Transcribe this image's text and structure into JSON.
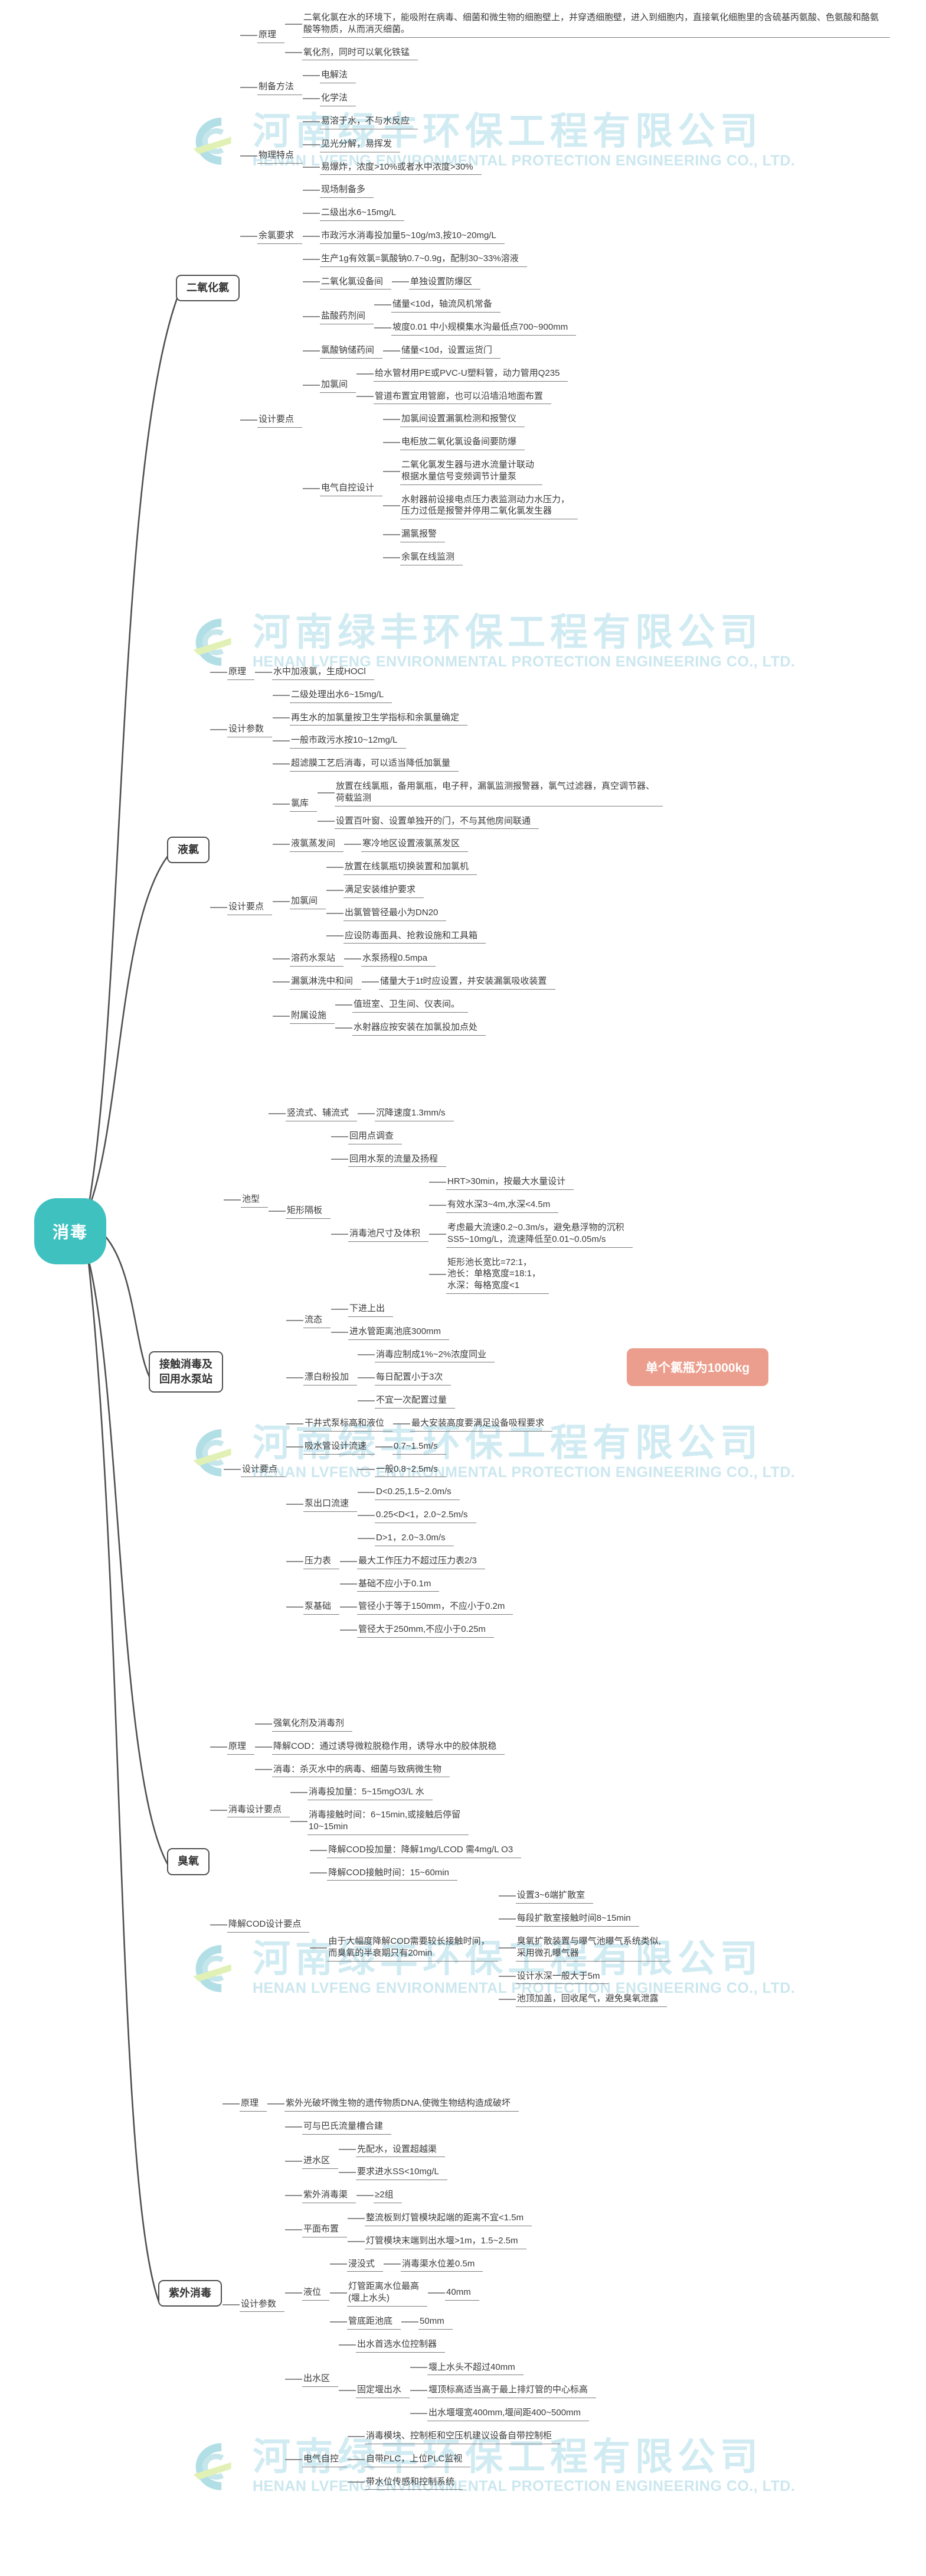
{
  "root": {
    "label": "消毒"
  },
  "callout": {
    "text": "单个氯瓶为1000kg",
    "bg": "#eb9e8d"
  },
  "watermark": {
    "cn": "河南绿丰环保工程有限公司",
    "en": "HENAN LVFENG ENVIRONMENTAL PROTECTION ENGINEERING CO., LTD.",
    "color": "#cde9f1"
  },
  "colors": {
    "root_bg": "#3fc1c0",
    "line": "#8b8b8b",
    "text": "#3b3b3b",
    "box_border": "#4f4f4f",
    "callout_bg": "#eb9e8d"
  },
  "branches": [
    {
      "label": "二氧化氯",
      "box": true,
      "name": "branch-chlorine-dioxide",
      "children": [
        {
          "label": "原理",
          "children": [
            {
              "label": "二氧化氯在水的环境下，能吸附在病毒、细菌和微生物的细胞壁上，并穿透细胞壁，进入到细胞内，直接氧化细胞里的含硫基丙氨酸、色氨酸和酪氨酸等物质，从而消灭细菌。"
            },
            {
              "label": "氧化剂，同时可以氧化铁锰"
            }
          ]
        },
        {
          "label": "制备方法",
          "children": [
            {
              "label": "电解法"
            },
            {
              "label": "化学法"
            }
          ]
        },
        {
          "label": "物理特点",
          "children": [
            {
              "label": "易溶于水，不与水反应"
            },
            {
              "label": "见光分解，易挥发"
            },
            {
              "label": "易爆炸，浓度>10%或者水中浓度>30%"
            },
            {
              "label": "现场制备多"
            }
          ]
        },
        {
          "label": "余氯要求",
          "children": [
            {
              "label": "二级出水6~15mg/L"
            },
            {
              "label": "市政污水消毒投加量5~10g/m3,按10~20mg/L"
            },
            {
              "label": "生产1g有效氯=氯酸钠0.7~0.9g，配制30~33%溶液"
            }
          ]
        },
        {
          "label": "设计要点",
          "children": [
            {
              "label": "二氧化氯设备间",
              "children": [
                {
                  "label": "单独设置防爆区"
                }
              ]
            },
            {
              "label": "盐酸药剂间",
              "children": [
                {
                  "label": "储量<10d，轴流风机常备"
                },
                {
                  "label": "坡度0.01 中小规模集水沟最低点700~900mm"
                }
              ]
            },
            {
              "label": "氯酸钠储药间",
              "children": [
                {
                  "label": "储量<10d，设置运货门"
                }
              ]
            },
            {
              "label": "加氯间",
              "children": [
                {
                  "label": "给水管材用PE或PVC-U塑料管，动力管用Q235"
                },
                {
                  "label": "管道布置宜用管廊，也可以沿墙沿地面布置"
                }
              ]
            },
            {
              "label": "电气自控设计",
              "children": [
                {
                  "label": "加氯间设置漏氯检测和报警仪"
                },
                {
                  "label": "电柜放二氧化氯设备间要防爆"
                },
                {
                  "label": "二氧化氯发生器与进水流量计联动\n根据水量信号变频调节计量泵"
                },
                {
                  "label": "水射器前设接电点压力表监测动力水压力，\n压力过低是报警并停用二氧化氯发生器"
                },
                {
                  "label": "漏氯报警"
                },
                {
                  "label": "余氯在线监测"
                }
              ]
            }
          ]
        }
      ]
    },
    {
      "label": "液氯",
      "box": true,
      "name": "branch-liquid-chlorine",
      "children": [
        {
          "label": "原理",
          "children": [
            {
              "label": "水中加液氯，生成HOCl"
            }
          ]
        },
        {
          "label": "设计参数",
          "children": [
            {
              "label": "二级处理出水6~15mg/L"
            },
            {
              "label": "再生水的加氯量按卫生学指标和余氯量确定"
            },
            {
              "label": "一般市政污水按10~12mg/L"
            },
            {
              "label": "超滤膜工艺后消毒，可以适当降低加氯量"
            }
          ]
        },
        {
          "label": "设计要点",
          "children": [
            {
              "label": "氯库",
              "children": [
                {
                  "label": "放置在线氯瓶，备用氯瓶，电子秤，漏氯监测报警器，氯气过滤器，真空调节器、\n荷载监测"
                },
                {
                  "label": "设置百叶窗、设置单独开的门，不与其他房间联通"
                }
              ]
            },
            {
              "label": "液氯蒸发间",
              "children": [
                {
                  "label": "寒冷地区设置液氯蒸发区"
                }
              ]
            },
            {
              "label": "加氯间",
              "children": [
                {
                  "label": "放置在线氯瓶切换装置和加氯机"
                },
                {
                  "label": "满足安装维护要求"
                },
                {
                  "label": "出氯管管径最小为DN20"
                },
                {
                  "label": "应设防毒面具、抢救设施和工具箱"
                }
              ]
            },
            {
              "label": "溶药水泵站",
              "children": [
                {
                  "label": "水泵扬程0.5mpa"
                }
              ]
            },
            {
              "label": "漏氯淋洗中和间",
              "children": [
                {
                  "label": "储量大于1t时应设置，并安装漏氯吸收装置"
                }
              ]
            },
            {
              "label": "附属设施",
              "children": [
                {
                  "label": "值班室、卫生间、仪表间。"
                },
                {
                  "label": "水射器应按安装在加氯投加点处"
                }
              ]
            }
          ]
        }
      ]
    },
    {
      "label": "接触消毒及\n回用水泵站",
      "box": true,
      "name": "branch-contact-disinfection",
      "children": [
        {
          "label": "池型",
          "children": [
            {
              "label": "竖流式、辅流式",
              "children": [
                {
                  "label": "沉降速度1.3mm/s"
                }
              ]
            },
            {
              "label": "矩形隔板",
              "children": [
                {
                  "label": "回用点调查"
                },
                {
                  "label": "回用水泵的流量及扬程"
                },
                {
                  "label": "消毒池尺寸及体积",
                  "children": [
                    {
                      "label": "HRT>30min，按最大水量设计"
                    },
                    {
                      "label": "有效水深3~4m,水深<4.5m"
                    },
                    {
                      "label": "考虑最大流速0.2~0.3m/s，避免悬浮物的沉积\nSS5~10mg/L，流速降低至0.01~0.05m/s"
                    },
                    {
                      "label": "矩形池长宽比=72:1，\n池长：单格宽度=18:1，\n水深：每格宽度<1"
                    }
                  ]
                }
              ]
            }
          ]
        },
        {
          "label": "设计要点",
          "children": [
            {
              "label": "流态",
              "children": [
                {
                  "label": "下进上出"
                },
                {
                  "label": "进水管距离池底300mm"
                }
              ]
            },
            {
              "label": "漂白粉投加",
              "children": [
                {
                  "label": "消毒应制成1%~2%浓度同业"
                },
                {
                  "label": "每日配置小于3次"
                },
                {
                  "label": "不宜一次配置过量"
                }
              ]
            },
            {
              "label": "干井式泵标高和液位",
              "children": [
                {
                  "label": "最大安装高度要满足设备吸程要求"
                }
              ]
            },
            {
              "label": "吸水管设计流速",
              "children": [
                {
                  "label": "0.7~1.5m/s"
                }
              ]
            },
            {
              "label": "泵出口流速",
              "children": [
                {
                  "label": "一般0.8~2.5m/s"
                },
                {
                  "label": "D<0.25,1.5~2.0m/s"
                },
                {
                  "label": "0.25<D<1，2.0~2.5m/s"
                },
                {
                  "label": "D>1，2.0~3.0m/s"
                }
              ]
            },
            {
              "label": "压力表",
              "children": [
                {
                  "label": "最大工作压力不超过压力表2/3"
                }
              ]
            },
            {
              "label": "泵基础",
              "children": [
                {
                  "label": "基础不应小于0.1m"
                },
                {
                  "label": "管径小于等于150mm，不应小于0.2m"
                },
                {
                  "label": "管径大于250mm,不应小于0.25m"
                }
              ]
            }
          ]
        }
      ]
    },
    {
      "label": "臭氧",
      "box": true,
      "name": "branch-ozone",
      "children": [
        {
          "label": "原理",
          "children": [
            {
              "label": "强氧化剂及消毒剂"
            },
            {
              "label": "降解COD：通过诱导微粒脱稳作用，诱导水中的胶体脱稳"
            },
            {
              "label": "消毒：杀灭水中的病毒、细菌与致病微生物"
            }
          ]
        },
        {
          "label": "消毒设计要点",
          "children": [
            {
              "label": "消毒投加量：5~15mgO3/L 水"
            },
            {
              "label": "消毒接触时间：6~15min,或接触后停留\n10~15min"
            }
          ]
        },
        {
          "label": "降解COD设计要点",
          "children": [
            {
              "label": "降解COD投加量：降解1mg/LCOD 需4mg/L O3"
            },
            {
              "label": "降解COD接触时间：15~60min"
            },
            {
              "label": "由于大幅度降解COD需要较长接触时间，\n而臭氧的半衰期只有20min",
              "children": [
                {
                  "label": "设置3~6端扩散室"
                },
                {
                  "label": "每段扩散室接触时间8~15min"
                },
                {
                  "label": "臭氧扩散装置与曝气池曝气系统类似,\n采用微孔曝气器"
                },
                {
                  "label": "设计水深一般大于5m"
                },
                {
                  "label": "池顶加盖，回收尾气，避免臭氧泄露"
                }
              ]
            }
          ]
        }
      ]
    },
    {
      "label": "紫外消毒",
      "box": true,
      "name": "branch-uv-disinfection",
      "children": [
        {
          "label": "原理",
          "children": [
            {
              "label": "紫外光破坏微生物的遗传物质DNA,使微生物结构造成破坏"
            }
          ]
        },
        {
          "label": "设计参数",
          "children": [
            {
              "label": "可与巴氏流量槽合建"
            },
            {
              "label": "进水区",
              "children": [
                {
                  "label": "先配水，设置超越渠"
                },
                {
                  "label": "要求进水SS<10mg/L"
                }
              ]
            },
            {
              "label": "紫外消毒渠",
              "children": [
                {
                  "label": "≥2组"
                }
              ]
            },
            {
              "label": "平面布置",
              "children": [
                {
                  "label": "整流板到灯管模块起端的距离不宜<1.5m"
                },
                {
                  "label": "灯管模块末端到出水堰>1m，1.5~2.5m"
                }
              ]
            },
            {
              "label": "液位",
              "children": [
                {
                  "label": "浸没式",
                  "children": [
                    {
                      "label": "消毒渠水位差0.5m"
                    }
                  ]
                },
                {
                  "label": "灯管距离水位最高\n(堰上水头)",
                  "children": [
                    {
                      "label": "40mm"
                    }
                  ]
                },
                {
                  "label": "管底距池底",
                  "children": [
                    {
                      "label": "50mm"
                    }
                  ]
                }
              ]
            },
            {
              "label": "出水区",
              "children": [
                {
                  "label": "出水首选水位控制器"
                },
                {
                  "label": "固定堰出水",
                  "children": [
                    {
                      "label": "堰上水头不超过40mm"
                    },
                    {
                      "label": "堰顶标高适当高于最上排灯管的中心标高"
                    },
                    {
                      "label": "出水堰堰宽400mm,堰间距400~500mm"
                    }
                  ]
                }
              ]
            },
            {
              "label": "电气自控",
              "children": [
                {
                  "label": "消毒模块、控制柜和空压机建议设备自带控制柜"
                },
                {
                  "label": "自带PLC，上位PLC监视"
                },
                {
                  "label": "带水位传感和控制系统"
                }
              ]
            }
          ]
        }
      ]
    }
  ]
}
